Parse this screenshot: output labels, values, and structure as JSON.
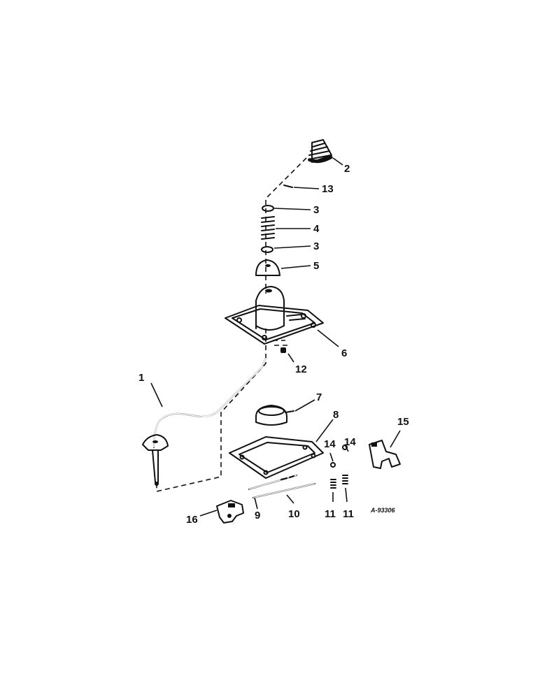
{
  "diagram": {
    "reference_code": "A-93306",
    "callouts": [
      {
        "id": "c1",
        "label": "1"
      },
      {
        "id": "c2",
        "label": "2"
      },
      {
        "id": "c13",
        "label": "13"
      },
      {
        "id": "c3a",
        "label": "3"
      },
      {
        "id": "c4",
        "label": "4"
      },
      {
        "id": "c3b",
        "label": "3"
      },
      {
        "id": "c5",
        "label": "5"
      },
      {
        "id": "c6",
        "label": "6"
      },
      {
        "id": "c12",
        "label": "12"
      },
      {
        "id": "c7",
        "label": "7"
      },
      {
        "id": "c8",
        "label": "8"
      },
      {
        "id": "c14a",
        "label": "14"
      },
      {
        "id": "c14b",
        "label": "14"
      },
      {
        "id": "c15",
        "label": "15"
      },
      {
        "id": "c16",
        "label": "16"
      },
      {
        "id": "c9",
        "label": "9"
      },
      {
        "id": "c10",
        "label": "10"
      },
      {
        "id": "c11a",
        "label": "11"
      },
      {
        "id": "c11b",
        "label": "11"
      }
    ]
  }
}
